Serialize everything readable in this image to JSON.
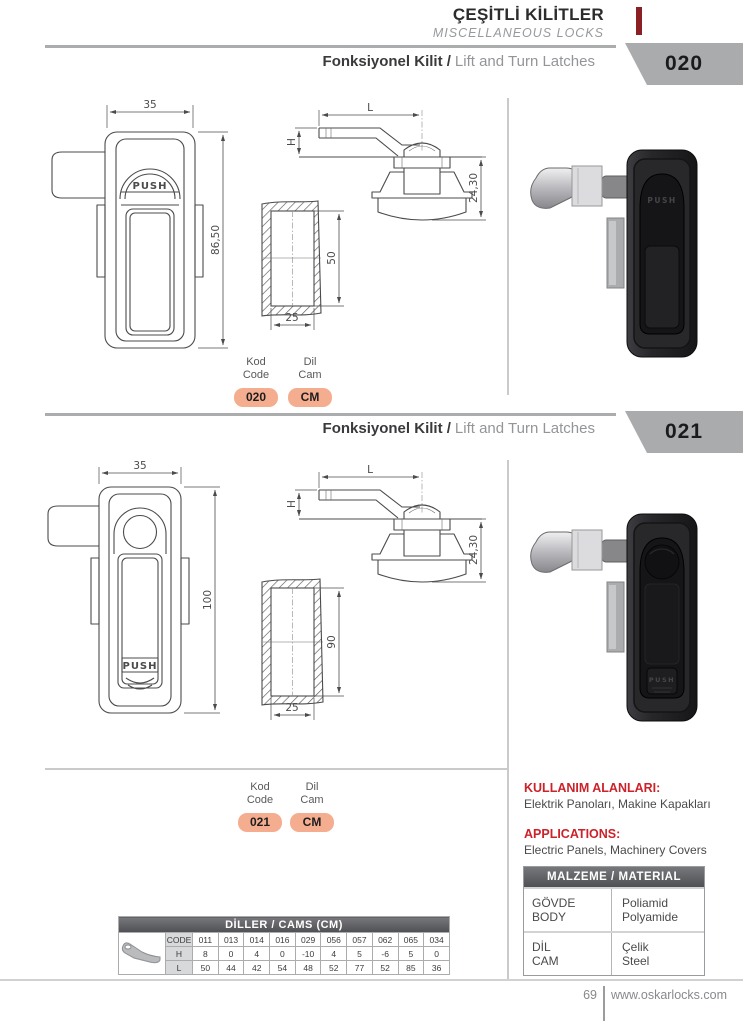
{
  "colors": {
    "accent-red": "#CC2229",
    "header-bar-red": "#8A1F24",
    "badge-gray": "#A9ABAD",
    "pill-salmon": "#F5AD8F",
    "table-header-gray": "#595A5C"
  },
  "header": {
    "title_tr": "ÇEŞİTLİ KİLİTLER",
    "title_en": "MISCELLANEOUS LOCKS"
  },
  "sections": [
    {
      "name_tr": "Fonksiyonel Kilit /",
      "name_en": "Lift and Turn Latches",
      "badge": "020",
      "push_label": "PUSH",
      "dims": {
        "width": "35",
        "height": "86,50",
        "cam_l": "L",
        "cam_h": "H",
        "depth": "24,30",
        "cut_h": "50",
        "cut_w": "25"
      },
      "code": {
        "label_tr": "Kod",
        "label_en": "Code",
        "value": "020"
      },
      "cam": {
        "label_tr": "Dil",
        "label_en": "Cam",
        "value": "CM"
      }
    },
    {
      "name_tr": "Fonksiyonel Kilit /",
      "name_en": "Lift and Turn Latches",
      "badge": "021",
      "push_label": "PUSH",
      "dims": {
        "width": "35",
        "height": "100",
        "cam_l": "L",
        "cam_h": "H",
        "depth": "24,30",
        "cut_h": "90",
        "cut_w": "25"
      },
      "code": {
        "label_tr": "Kod",
        "label_en": "Code",
        "value": "021"
      },
      "cam": {
        "label_tr": "Dil",
        "label_en": "Cam",
        "value": "CM"
      }
    }
  ],
  "usage": {
    "title": "KULLANIM ALANLARI:",
    "text": "Elektrik Panoları, Makine Kapakları"
  },
  "applications": {
    "title": "APPLICATIONS:",
    "text": "Electric Panels, Machinery Covers"
  },
  "material_table": {
    "header": "MALZEME / MATERIAL",
    "rows": [
      {
        "label_tr": "GÖVDE",
        "label_en": "BODY",
        "value_tr": "Poliamid",
        "value_en": "Polyamide"
      },
      {
        "label_tr": "DİL",
        "label_en": "CAM",
        "value_tr": "Çelik",
        "value_en": "Steel"
      }
    ]
  },
  "cams_table": {
    "title": "DİLLER / CAMS (CM)",
    "row_labels": {
      "code": "CODE",
      "h": "H",
      "l": "L"
    },
    "codes": [
      "011",
      "013",
      "014",
      "016",
      "029",
      "056",
      "057",
      "062",
      "065",
      "034"
    ],
    "h": [
      "8",
      "0",
      "4",
      "0",
      "-10",
      "4",
      "5",
      "-6",
      "5",
      "0"
    ],
    "l": [
      "50",
      "44",
      "42",
      "54",
      "48",
      "52",
      "77",
      "52",
      "85",
      "36"
    ]
  },
  "footer": {
    "page": "69",
    "url": "www.oskarlocks.com"
  }
}
